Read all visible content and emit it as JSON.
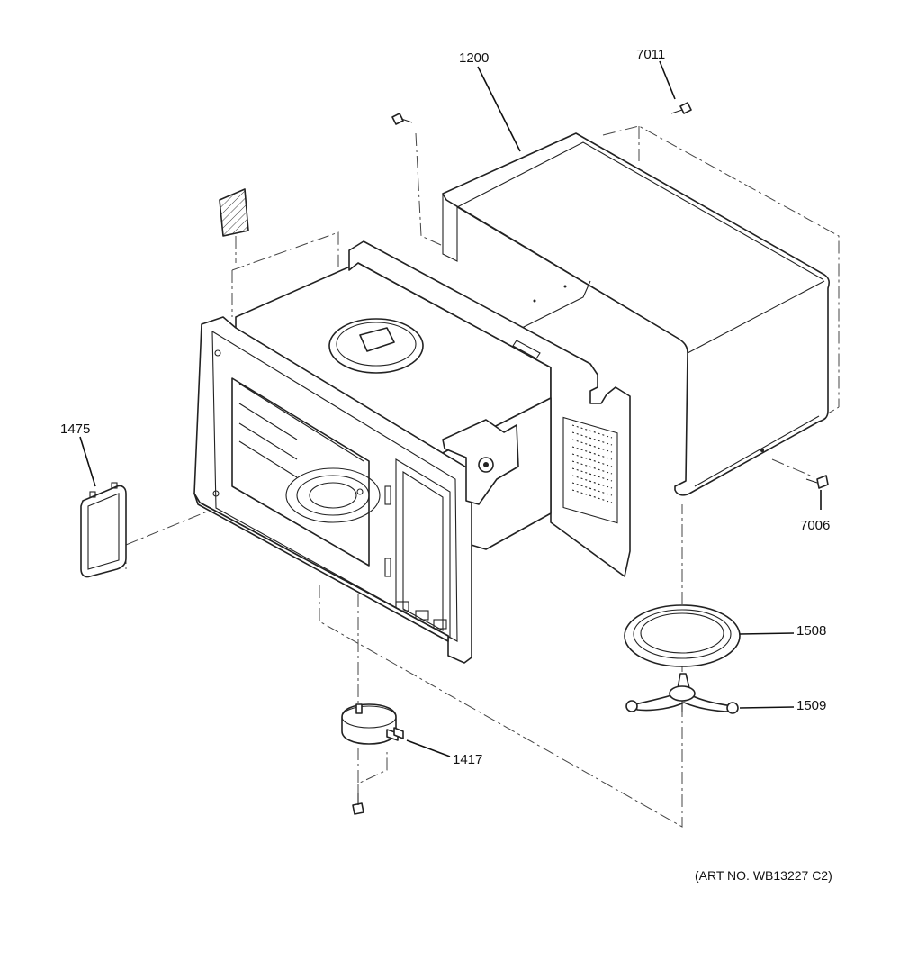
{
  "diagram": {
    "art_number": "(ART NO. WB13227 C2)",
    "parts": {
      "p1200": "1200",
      "p7011": "7011",
      "p7006": "7006",
      "p1475": "1475",
      "p1508": "1508",
      "p1509": "1509",
      "p1417": "1417"
    }
  }
}
